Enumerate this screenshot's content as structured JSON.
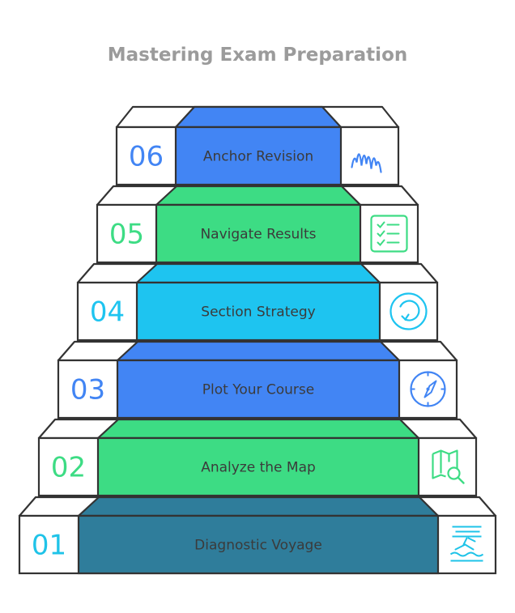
{
  "title": "Mastering Exam Preparation",
  "steps": [
    {
      "number": "01",
      "label": "Diagnostic Voyage",
      "icon": "ship-icon",
      "color": "#2f7d9b",
      "accent": "#1fc3e8"
    },
    {
      "number": "02",
      "label": "Analyze the Map",
      "icon": "map-search-icon",
      "color": "#3ddc84",
      "accent": "#3ddc84"
    },
    {
      "number": "03",
      "label": "Plot Your Course",
      "icon": "compass-icon",
      "color": "#4285f4",
      "accent": "#4285f4"
    },
    {
      "number": "04",
      "label": "Section Strategy",
      "icon": "refresh-icon",
      "color": "#1ec4f0",
      "accent": "#1ec4f0"
    },
    {
      "number": "05",
      "label": "Navigate Results",
      "icon": "checklist-icon",
      "color": "#3ddc84",
      "accent": "#3ddc84"
    },
    {
      "number": "06",
      "label": "Anchor Revision",
      "icon": "waveform-icon",
      "color": "#4285f4",
      "accent": "#4285f4"
    }
  ],
  "colors": {
    "stroke": "#333333",
    "title": "#9b9b9b",
    "label": "#3b3b3b"
  }
}
